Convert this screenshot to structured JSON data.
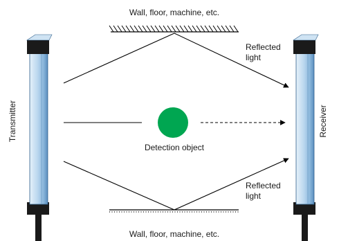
{
  "labels": {
    "surface_top": "Wall, floor, machine, etc.",
    "surface_bottom": "Wall, floor, machine, etc.",
    "reflected_top_line1": "Reflected",
    "reflected_top_line2": "light",
    "reflected_bottom_line1": "Reflected",
    "reflected_bottom_line2": "light",
    "detection_object": "Detection object",
    "transmitter": "Transmitter",
    "receiver": "Receiver"
  },
  "colors": {
    "tube_light": "#cfe3f3",
    "tube_mid": "#8db8dc",
    "tube_dark": "#2f5f8a",
    "cap": "#1a1a1a",
    "object": "#00a651",
    "line": "#000000"
  }
}
